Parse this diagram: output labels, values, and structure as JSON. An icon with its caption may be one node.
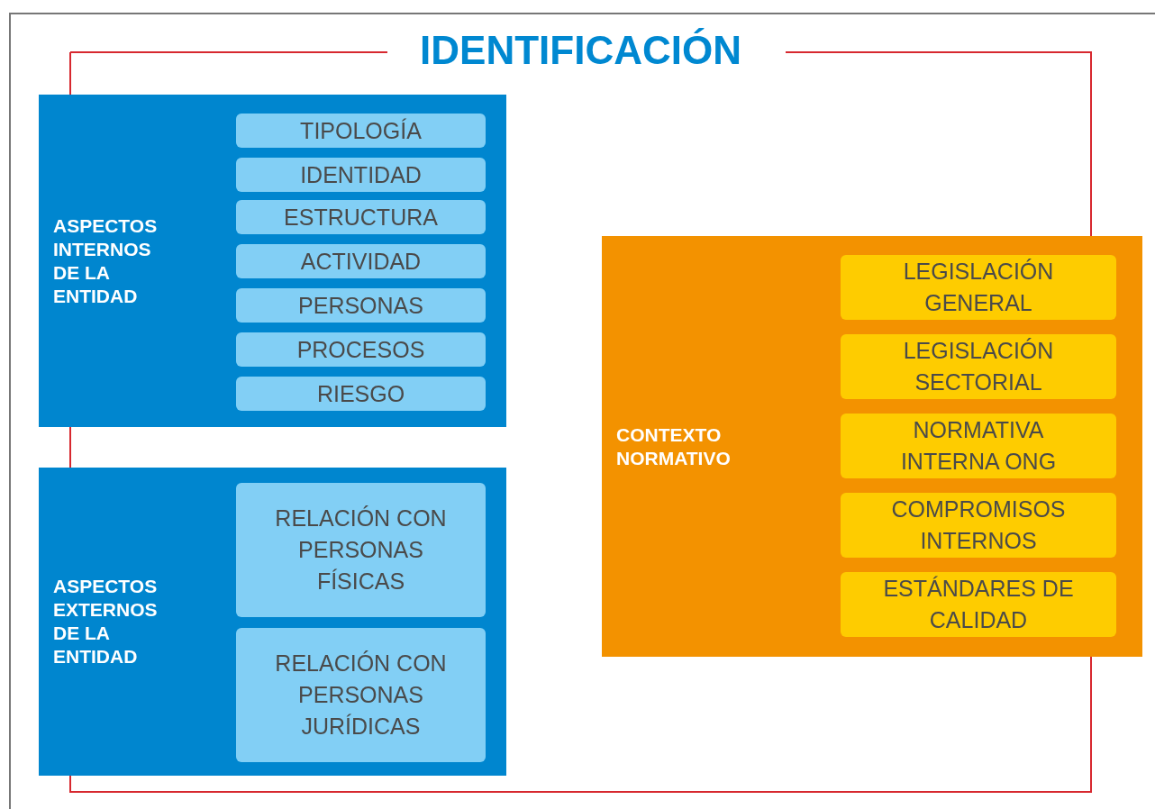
{
  "diagram": {
    "nodes": [
      {
        "text": [
          "IDENTIFICACIÓN"
        ]
      },
      {
        "text": [
          "ASPECTOS INTERNOS DE LA ENTIDAD"
        ],
        "in": 0
      },
      {
        "text": [
          "TIPOLOGÍA"
        ],
        "in": 1
      },
      {
        "text": [
          "IDENTIDAD"
        ],
        "in": 1
      },
      {
        "text": [
          "ESTRUCTURA"
        ],
        "in": 1
      },
      {
        "text": [
          "ACTIVIDAD"
        ],
        "in": 1
      },
      {
        "text": [
          "PERSONAS"
        ],
        "in": 1
      },
      {
        "text": [
          "PROCESOS"
        ],
        "in": 1
      },
      {
        "text": [
          "RIESGO"
        ],
        "in": 1
      },
      {
        "text": [
          "ASPECTOS EXTERNOS DE LA ENTIDAD"
        ],
        "in": 0
      },
      {
        "text": [
          "RELACIÓN CON PERSONAS FÍSICAS"
        ],
        "in": 9
      },
      {
        "text": [
          "RELACIÓN CON PERSONAS JURÍDICAS"
        ],
        "in": 9
      },
      {
        "text": [
          "CONTEXTO NORMATIVO"
        ]
      },
      {
        "text": [
          "LEGISLACIÓN GENERAL"
        ],
        "in": 12
      },
      {
        "text": [
          "LEGISLACIÓN SECTORIAL"
        ],
        "in": 12
      },
      {
        "text": [
          "NORMATIVA INTERNA ONG"
        ],
        "in": 12
      },
      {
        "text": [
          "COMPROMISOS INTERNOS"
        ],
        "in": 12
      },
      {
        "text": [
          "ESTÁNDARES DE CALIDAD"
        ],
        "in": 12
      }
    ],
    "edges": []
  }
}
